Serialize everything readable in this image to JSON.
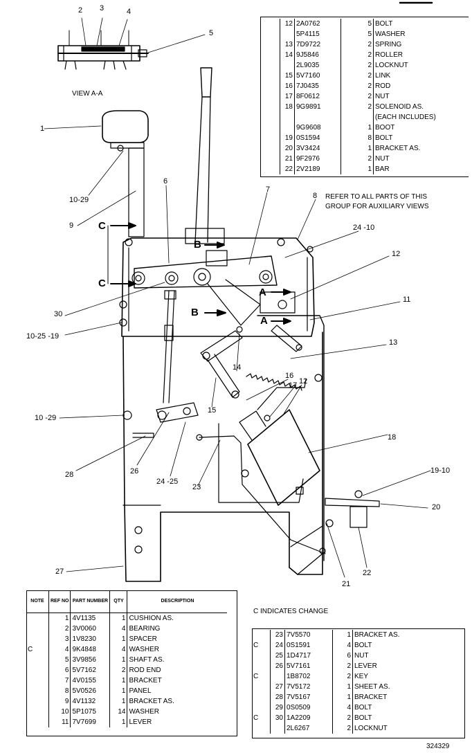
{
  "view_label": "VIEW A-A",
  "view_callouts": [
    "2",
    "3",
    "4",
    "5"
  ],
  "callouts": {
    "c1": "1",
    "c6": "6",
    "c7": "7",
    "c8": "8",
    "c9": "9",
    "c10_29a": "10-29",
    "c24_10": "24 -10",
    "c12a": "12",
    "c11": "11",
    "c13": "13",
    "c30": "30",
    "c10_25_19": "10-25 -19",
    "c14": "14",
    "c16": "16",
    "c17": "17",
    "c12b": "12",
    "c15": "15",
    "c10_29b": "10 -29",
    "c18": "18",
    "c28": "28",
    "c26": "26",
    "c24_25": "24 -25",
    "c23": "23",
    "c19_10": "19-10",
    "c20": "20",
    "c27": "27",
    "c21": "21",
    "c22": "22",
    "sec_c": "C",
    "sec_b": "B",
    "sec_a": "A"
  },
  "note_refer": "REFER TO ALL PARTS OF THIS GROUP FOR AUXILIARY VIEWS",
  "note_change": "C  INDICATES CHANGE",
  "figure_number": "324329",
  "table_headers": {
    "note": "NOTE",
    "ref": "REF NO",
    "part": "PART NUMBER",
    "qty": "QTY",
    "desc": "DESCRIPTION"
  },
  "table_top": [
    {
      "note": "",
      "ref": "12",
      "part": "2A0762",
      "qty": "5",
      "desc": "BOLT"
    },
    {
      "note": "",
      "ref": "",
      "part": "5P4115",
      "qty": "5",
      "desc": "WASHER"
    },
    {
      "note": "",
      "ref": "13",
      "part": "7D9722",
      "qty": "2",
      "desc": "SPRING"
    },
    {
      "note": "",
      "ref": "14",
      "part": "9J5846",
      "qty": "2",
      "desc": "ROLLER"
    },
    {
      "note": "",
      "ref": "",
      "part": "2L9035",
      "qty": "2",
      "desc": "LOCKNUT"
    },
    {
      "note": "",
      "ref": "15",
      "part": "5V7160",
      "qty": "2",
      "desc": "LINK"
    },
    {
      "note": "",
      "ref": "16",
      "part": "7J0435",
      "qty": "2",
      "desc": "ROD"
    },
    {
      "note": "",
      "ref": "17",
      "part": "8F0612",
      "qty": "2",
      "desc": "NUT"
    },
    {
      "note": "",
      "ref": "18",
      "part": "9G9891",
      "qty": "2",
      "desc": "SOLENOID AS."
    },
    {
      "note": "",
      "ref": "",
      "part": "",
      "qty": "",
      "desc": "(EACH INCLUDES)"
    },
    {
      "note": "",
      "ref": "",
      "part": "9G9608",
      "qty": "1",
      "desc": "BOOT"
    },
    {
      "note": "",
      "ref": "19",
      "part": "0S1594",
      "qty": "8",
      "desc": "BOLT"
    },
    {
      "note": "",
      "ref": "20",
      "part": "3V3424",
      "qty": "1",
      "desc": "BRACKET AS."
    },
    {
      "note": "",
      "ref": "21",
      "part": "9F2976",
      "qty": "2",
      "desc": "NUT"
    },
    {
      "note": "",
      "ref": "22",
      "part": "2V2189",
      "qty": "1",
      "desc": "BAR"
    }
  ],
  "table_left": [
    {
      "note": "",
      "ref": "1",
      "part": "4V1135",
      "qty": "1",
      "desc": "CUSHION AS."
    },
    {
      "note": "",
      "ref": "2",
      "part": "3V0060",
      "qty": "4",
      "desc": "BEARING"
    },
    {
      "note": "",
      "ref": "3",
      "part": "1V8230",
      "qty": "1",
      "desc": "SPACER"
    },
    {
      "note": "C",
      "ref": "4",
      "part": "9K4848",
      "qty": "4",
      "desc": "WASHER"
    },
    {
      "note": "",
      "ref": "5",
      "part": "3V9856",
      "qty": "1",
      "desc": "SHAFT AS."
    },
    {
      "note": "",
      "ref": "6",
      "part": "5V7162",
      "qty": "2",
      "desc": "ROD END"
    },
    {
      "note": "",
      "ref": "7",
      "part": "4V0155",
      "qty": "1",
      "desc": "BRACKET"
    },
    {
      "note": "",
      "ref": "8",
      "part": "5V0526",
      "qty": "1",
      "desc": "PANEL"
    },
    {
      "note": "",
      "ref": "9",
      "part": "4V1132",
      "qty": "1",
      "desc": "BRACKET AS."
    },
    {
      "note": "",
      "ref": "10",
      "part": "5P1075",
      "qty": "14",
      "desc": "WASHER"
    },
    {
      "note": "",
      "ref": "11",
      "part": "7V7699",
      "qty": "1",
      "desc": "LEVER"
    }
  ],
  "table_right": [
    {
      "note": "",
      "ref": "23",
      "part": "7V5570",
      "qty": "1",
      "desc": "BRACKET AS."
    },
    {
      "note": "C",
      "ref": "24",
      "part": "0S1591",
      "qty": "4",
      "desc": "BOLT"
    },
    {
      "note": "",
      "ref": "25",
      "part": "1D4717",
      "qty": "6",
      "desc": "NUT"
    },
    {
      "note": "",
      "ref": "26",
      "part": "5V7161",
      "qty": "2",
      "desc": "LEVER"
    },
    {
      "note": "C",
      "ref": "",
      "part": "1B8702",
      "qty": "2",
      "desc": "KEY"
    },
    {
      "note": "",
      "ref": "27",
      "part": "7V5172",
      "qty": "1",
      "desc": "SHEET AS."
    },
    {
      "note": "",
      "ref": "28",
      "part": "7V5167",
      "qty": "1",
      "desc": "BRACKET"
    },
    {
      "note": "",
      "ref": "29",
      "part": "0S0509",
      "qty": "4",
      "desc": "BOLT"
    },
    {
      "note": "C",
      "ref": "30",
      "part": "1A2209",
      "qty": "2",
      "desc": "BOLT"
    },
    {
      "note": "",
      "ref": "",
      "part": "2L6267",
      "qty": "2",
      "desc": "LOCKNUT"
    }
  ]
}
